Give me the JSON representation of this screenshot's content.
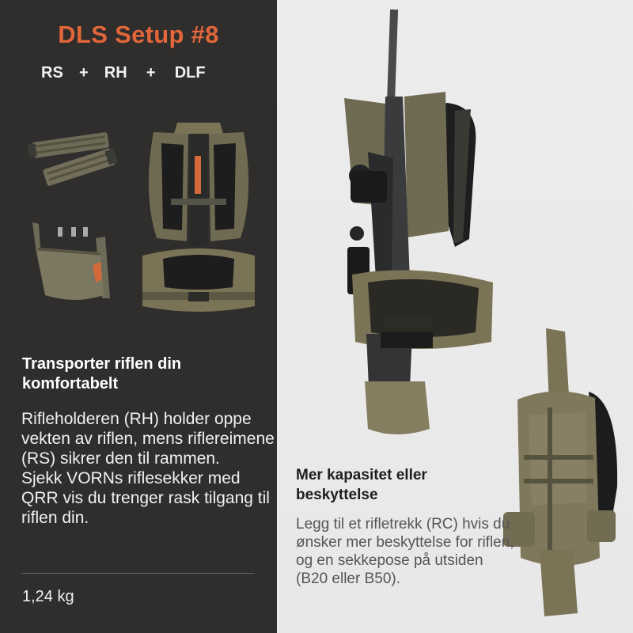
{
  "title": "DLS Setup #8",
  "formula": {
    "items": [
      "RS",
      "RH",
      "DLF"
    ],
    "plus": "+"
  },
  "left": {
    "heading": "Transporter riflen din komfortabelt",
    "paragraphs": [
      "Rifleholderen (RH) holder oppe vekten av riflen, mens riflereimene (RS) sikrer den til rammen.",
      "Sjekk VORNs riflesekker med QRR vis du trenger rask tilgang til riflen din."
    ],
    "weight": "1,24 kg"
  },
  "right": {
    "heading": "Mer kapasitet eller beskyttelse",
    "body": "Legg til et rifletrekk (RC) hvis du ønsker mer beskyttelse for riflen, og en sekkepose på utsiden (B20 eller B50)."
  },
  "colors": {
    "accent": "#e2663a",
    "panel_dark": "#2f2e2d",
    "panel_light": "#ebebeb",
    "olive_fabric": "#7a7355",
    "black_webbing": "#1c1c1c"
  }
}
